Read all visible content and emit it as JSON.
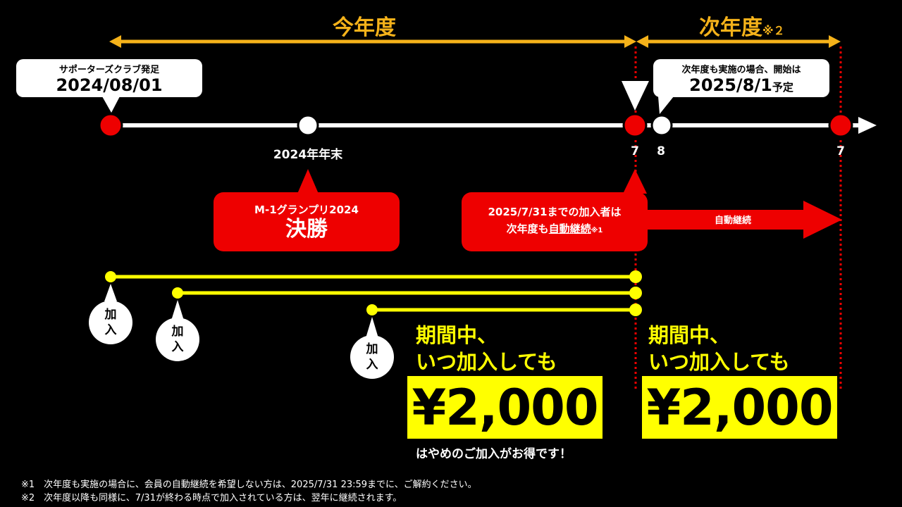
{
  "header": {
    "this_year": "今年度",
    "next_year": "次年度",
    "next_year_note": "※２"
  },
  "callouts": {
    "club_launch_label": "サポーターズクラブ発足",
    "club_launch_date": "2024/08/01",
    "next_start_label": "次年度も実施の場合、開始は",
    "next_start_date": "2025/8/1",
    "next_start_suffix": "予定"
  },
  "timeline": {
    "year_end_label": "2024年年末",
    "tick_7": "7",
    "tick_8": "8",
    "tick_7b": "7"
  },
  "finals_box": {
    "title": "M-1グランプリ2024",
    "subtitle": "決勝"
  },
  "continuation_box": {
    "line1": "2025/7/31までの加入者は",
    "line2_prefix": "次年度も",
    "line2_emph": "自動継続",
    "line2_note": "※1"
  },
  "arrow_label": "自動継続",
  "join_bubbles": [
    "加入",
    "加入",
    "加入"
  ],
  "promo_left": {
    "line1": "期間中、",
    "line2": "いつ加入しても",
    "price": "¥2,000",
    "caption": "はやめのご加入がお得です！"
  },
  "promo_right": {
    "line1": "期間中、",
    "line2": "いつ加入しても",
    "price": "¥2,000"
  },
  "footnotes": [
    "※1　次年度も実施の場合に、会員の自動継続を希望しない方は、2025/7/31 23:59までに、ご解約ください。",
    "※2　次年度以降も同様に、7/31が終わる時点で加入されている方は、翌年に継続されます。"
  ],
  "colors": {
    "header_orange": "#f5b21a",
    "red": "#ee0000",
    "yellow": "#ffff00",
    "background": "#000000"
  }
}
